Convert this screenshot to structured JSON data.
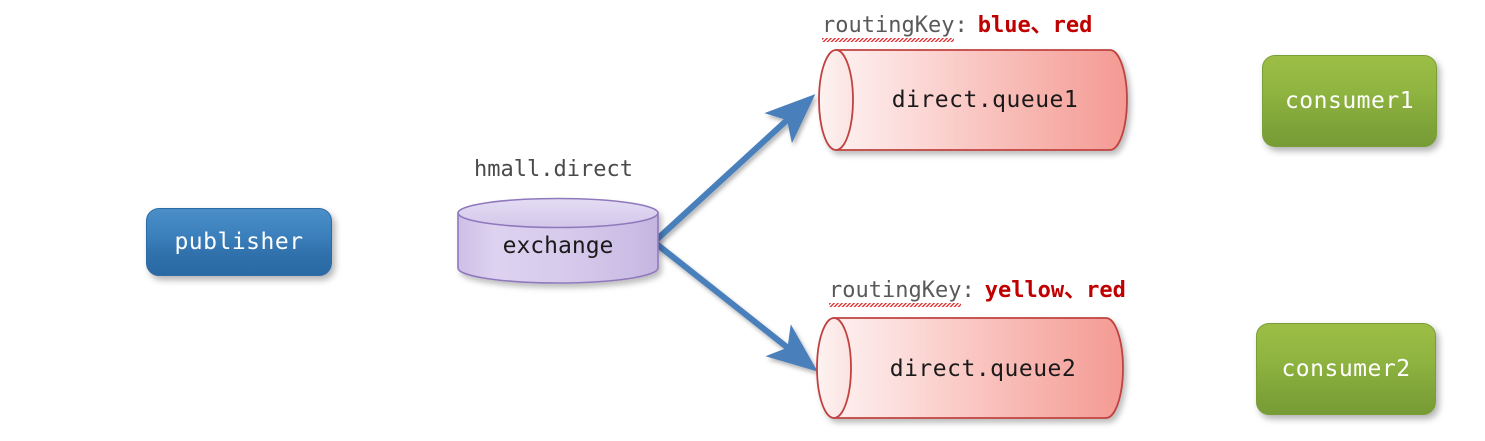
{
  "diagram": {
    "title": "RabbitMQ direct exchange routing diagram",
    "background": "#ffffff",
    "colors": {
      "publisher_fill": "#3c81bd",
      "consumer_fill": "#90b440",
      "exchange_fill": "#d8cdec",
      "queue_fill": "#f6a6a0",
      "arrow": "#4a7fba",
      "routing_value": "#c00000",
      "routing_key_label": "#595959",
      "spellcheck_underline": "#e03a3a"
    }
  },
  "nodes": {
    "publisher": {
      "label": "publisher",
      "shape": "rounded-rect",
      "fill": "#3c81bd"
    },
    "exchange": {
      "label": "exchange",
      "caption": "hmall.direct",
      "shape": "cylinder-vertical",
      "fill": "#d8cdec"
    },
    "queue1": {
      "label": "direct.queue1",
      "shape": "cylinder-horizontal",
      "fill": "#f6a6a0"
    },
    "queue2": {
      "label": "direct.queue2",
      "shape": "cylinder-horizontal",
      "fill": "#f6a6a0"
    },
    "consumer1": {
      "label": "consumer1",
      "shape": "rounded-rect",
      "fill": "#90b440"
    },
    "consumer2": {
      "label": "consumer2",
      "shape": "rounded-rect",
      "fill": "#90b440"
    }
  },
  "bindings": [
    {
      "id": "binding-queue1",
      "key_label": "routingKey",
      "colon": ":",
      "values": "blue、red",
      "target": "direct.queue1"
    },
    {
      "id": "binding-queue2",
      "key_label": "routingKey",
      "colon": ":",
      "values": "yellow、red",
      "target": "direct.queue2"
    }
  ],
  "edges": [
    {
      "id": "edge-publisher-exchange",
      "from": "publisher",
      "to": "exchange",
      "style": "straight-arrow"
    },
    {
      "id": "edge-exchange-queue1",
      "from": "exchange",
      "to": "queue1",
      "style": "diagonal-arrow"
    },
    {
      "id": "edge-exchange-queue2",
      "from": "exchange",
      "to": "queue2",
      "style": "diagonal-arrow"
    },
    {
      "id": "edge-queue1-consumer1",
      "from": "queue1",
      "to": "consumer1",
      "style": "straight-arrow"
    },
    {
      "id": "edge-queue2-consumer2",
      "from": "queue2",
      "to": "consumer2",
      "style": "straight-arrow"
    }
  ]
}
